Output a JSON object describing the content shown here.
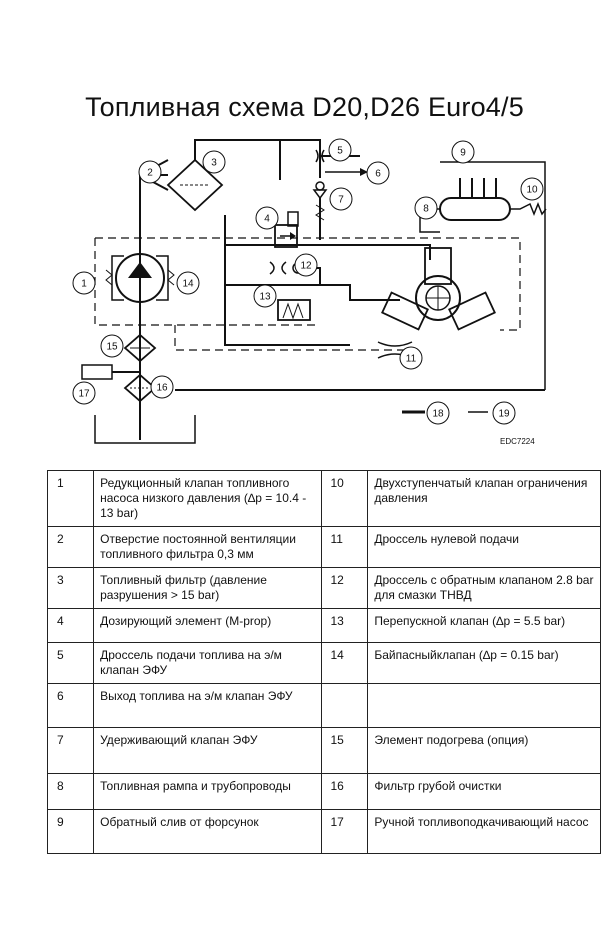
{
  "title": "Топливная схема D20,D26 Euro4/5",
  "diagram": {
    "code": "EDC7224",
    "callouts": [
      "1",
      "2",
      "3",
      "4",
      "5",
      "6",
      "7",
      "8",
      "9",
      "10",
      "11",
      "12",
      "13",
      "14",
      "15",
      "16",
      "17",
      "18",
      "19"
    ]
  },
  "legend": [
    {
      "left_num": "1",
      "left_text": "Редукционный клапан топливного насоса низкого давления (∆p = 10.4 - 13 bar)",
      "right_num": "10",
      "right_text": "Двухступенчатый клапан ограничения давления"
    },
    {
      "left_num": "2",
      "left_text": "Отверстие постоянной вентиляции топливного фильтра 0,3 мм",
      "right_num": "11",
      "right_text": "Дроссель нулевой подачи"
    },
    {
      "left_num": "3",
      "left_text": "Топливный фильтр (давление разрушения > 15 bar)",
      "right_num": "12",
      "right_text": "Дроссель с обратным клапаном 2.8 bar для смазки ТНВД"
    },
    {
      "left_num": "4",
      "left_text": "Дозирующий элемент (M-prop)",
      "right_num": "13",
      "right_text": "Перепускной клапан (∆p = 5.5 bar)"
    },
    {
      "left_num": "5",
      "left_text": "Дроссель подачи топлива на э/м клапан ЭФУ",
      "right_num": "14",
      "right_text": "Байпасныйклапан (∆p = 0.15 bar)"
    },
    {
      "left_num": "6",
      "left_text": "Выход топлива на э/м клапан ЭФУ",
      "right_num": "",
      "right_text": ""
    },
    {
      "left_num": "7",
      "left_text": "Удерживающий клапан ЭФУ",
      "right_num": "15",
      "right_text": "Элемент подогрева (опция)"
    },
    {
      "left_num": "8",
      "left_text": "Топливная рампа и трубопроводы",
      "right_num": "16",
      "right_text": "Фильтр грубой очистки"
    },
    {
      "left_num": "9",
      "left_text": "Обратный слив от форсунок",
      "right_num": "17",
      "right_text": "Ручной топливоподкачивающий насос"
    }
  ]
}
